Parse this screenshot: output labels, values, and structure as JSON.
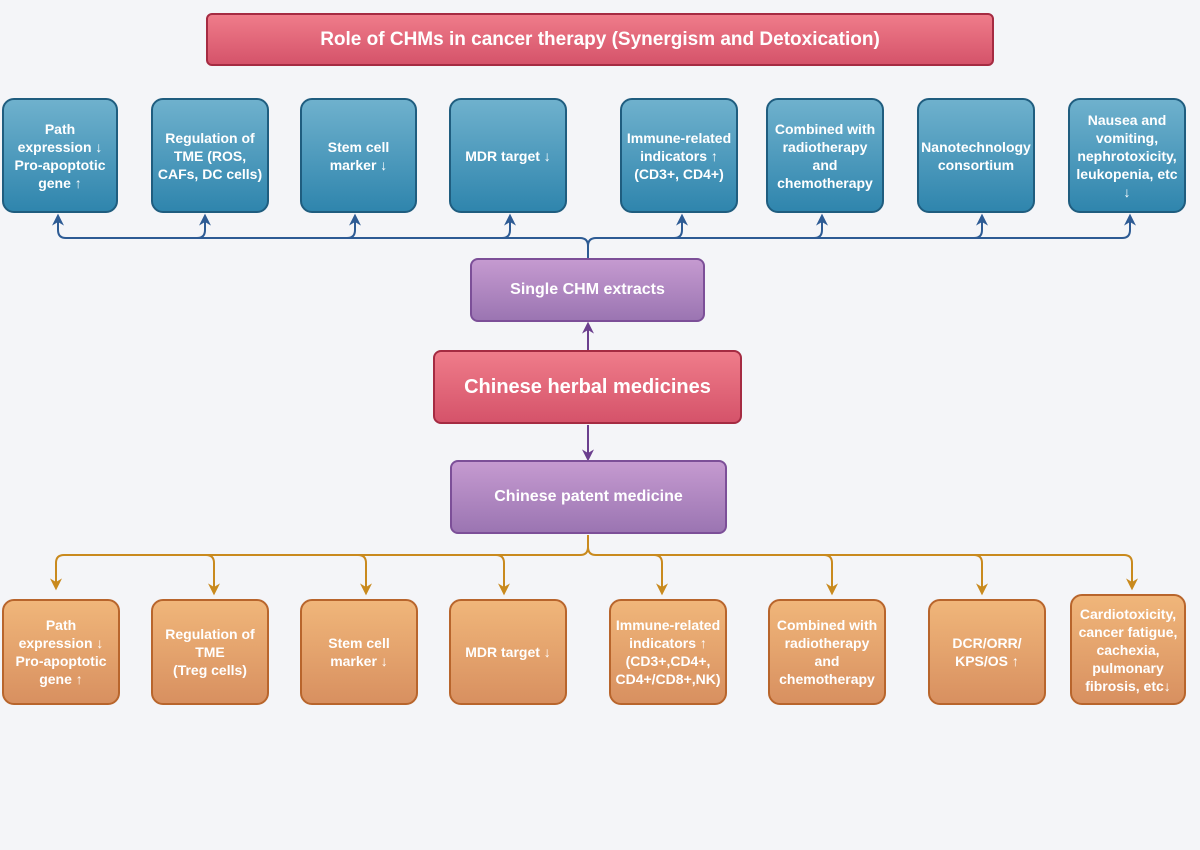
{
  "title": "Role of CHMs in cancer therapy (Synergism and Detoxication)",
  "center": "Chinese herbal medicines",
  "upper_branch": "Single CHM  extracts",
  "lower_branch": "Chinese patent medicine",
  "upper_items": [
    "Path\nexpression ↓\nPro-apoptotic\ngene ↑",
    "Regulation of\nTME (ROS,\nCAFs, DC cells)",
    "Stem cell\nmarker ↓",
    "MDR target ↓",
    "Immune-related\nindicators ↑\n(CD3+, CD4+)",
    "Combined with\nradiotherapy\nand\nchemotherapy",
    "Nanotechnology\nconsortium",
    "Nausea and\nvomiting,\nnephrotoxicity,\nleukopenia, etc\n↓"
  ],
  "lower_items": [
    "Path\nexpression ↓\nPro-apoptotic\ngene ↑",
    "Regulation of\nTME\n(Treg cells)",
    "Stem cell\nmarker ↓",
    "MDR target ↓",
    "Immune-related\nindicators ↑\n(CD3+,CD4+,\nCD4+/CD8+,NK)",
    "Combined with\nradiotherapy\nand\nchemotherapy",
    "DCR/ORR/\nKPS/OS ↑",
    "Cardiotoxicity,\ncancer fatigue,\ncachexia,\npulmonary\nfibrosis, etc↓"
  ],
  "colors": {
    "upper_connector": "#2d5b94",
    "lower_connector": "#c98a1e",
    "center_connector": "#6b3f8e"
  }
}
